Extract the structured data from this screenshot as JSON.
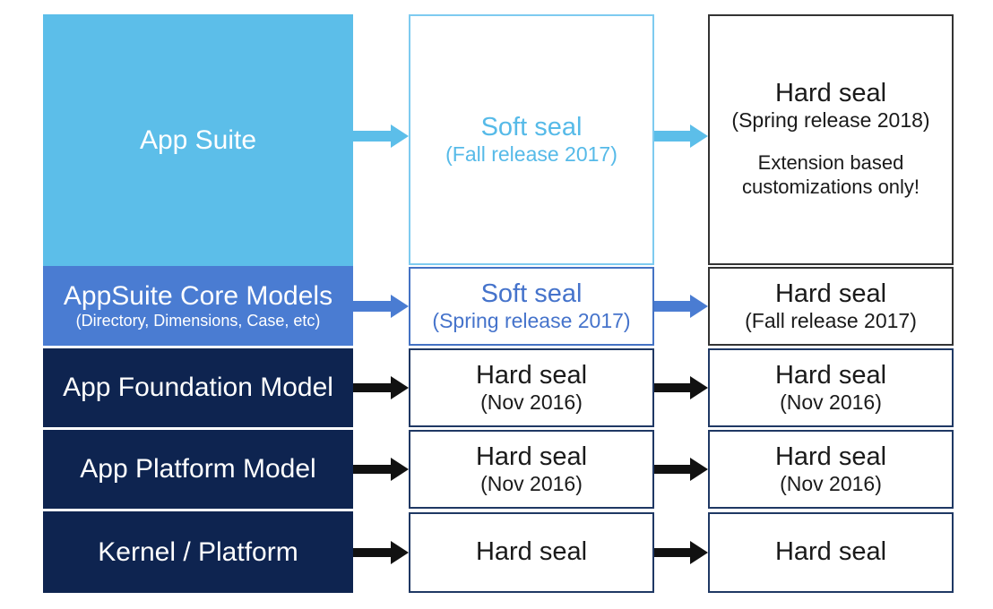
{
  "diagram": {
    "left": [
      {
        "label": "App Suite"
      },
      {
        "label": "AppSuite Core Models",
        "sublabel": "(Directory, Dimensions, Case, etc)"
      },
      {
        "label": "App Foundation Model"
      },
      {
        "label": "App Platform Model"
      },
      {
        "label": "Kernel / Platform"
      }
    ],
    "middle": [
      {
        "title": "Soft seal",
        "subtitle": "(Fall release 2017)"
      },
      {
        "title": "Soft seal",
        "subtitle": "(Spring release 2017)"
      },
      {
        "title": "Hard seal",
        "subtitle": "(Nov 2016)"
      },
      {
        "title": "Hard seal",
        "subtitle": "(Nov 2016)"
      },
      {
        "title": "Hard seal"
      }
    ],
    "right": [
      {
        "title": "Hard seal",
        "subtitle": "(Spring release 2018)",
        "note": "Extension based customizations only!"
      },
      {
        "title": "Hard seal",
        "subtitle": "(Fall release 2017)"
      },
      {
        "title": "Hard seal",
        "subtitle": "(Nov 2016)"
      },
      {
        "title": "Hard seal",
        "subtitle": "(Nov 2016)"
      },
      {
        "title": "Hard seal"
      }
    ],
    "colors": {
      "app_suite_fill": "#5CBEE9",
      "core_models_fill": "#4A7CD2",
      "platform_fill": "#0E2450",
      "soft_seal_sky_text": "#56BAE8",
      "soft_seal_blue_text": "#4573CB",
      "hard_seal_text": "#1A1A1A",
      "border_sky": "#7ECBF0",
      "border_blue": "#4472C4",
      "border_navy": "#1F3864",
      "border_black": "#333333",
      "arrow_sky": "#5CBEE9",
      "arrow_blue": "#4A7CD2",
      "arrow_black": "#111111"
    }
  }
}
